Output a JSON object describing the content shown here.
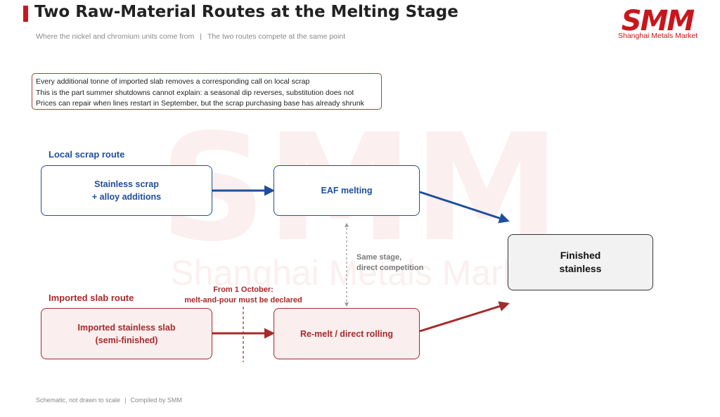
{
  "header": {
    "title": "Two Raw-Material Routes at the Melting Stage",
    "subtitle_left": "Where the nickel and chromium units come from",
    "subtitle_separator": "|",
    "subtitle_right": "The two routes compete at the same point"
  },
  "brand": {
    "logo_text": "SMM",
    "name": "Shanghai Metals Market",
    "color": "#c8161d"
  },
  "notes": [
    "Every additional tonne of imported slab removes a corresponding call on local scrap",
    "This is the part summer shutdowns cannot explain: a seasonal dip reverses, substitution does not",
    "Prices can repair when lines restart in September, but the scrap purchasing base has already shrunk"
  ],
  "diagram": {
    "local_route": {
      "label": "Local scrap route",
      "color": "#1f4e9c",
      "input_line1": "Stainless scrap",
      "input_line2": "+ alloy additions",
      "stage": "EAF melting"
    },
    "import_route": {
      "label": "Imported slab route",
      "color": "#a52a2a",
      "input_line1": "Imported stainless slab",
      "input_line2": "(semi-finished)",
      "stage": "Re-melt / direct rolling",
      "policy_line1": "From 1 October:",
      "policy_line2": "melt-and-pour must be declared"
    },
    "competition_line1": "Same stage,",
    "competition_line2": "direct competition",
    "output_line1": "Finished",
    "output_line2": "stainless"
  },
  "footer": {
    "left": "Schematic, not drawn to scale",
    "separator": "|",
    "right": "Compiled by SMM"
  }
}
